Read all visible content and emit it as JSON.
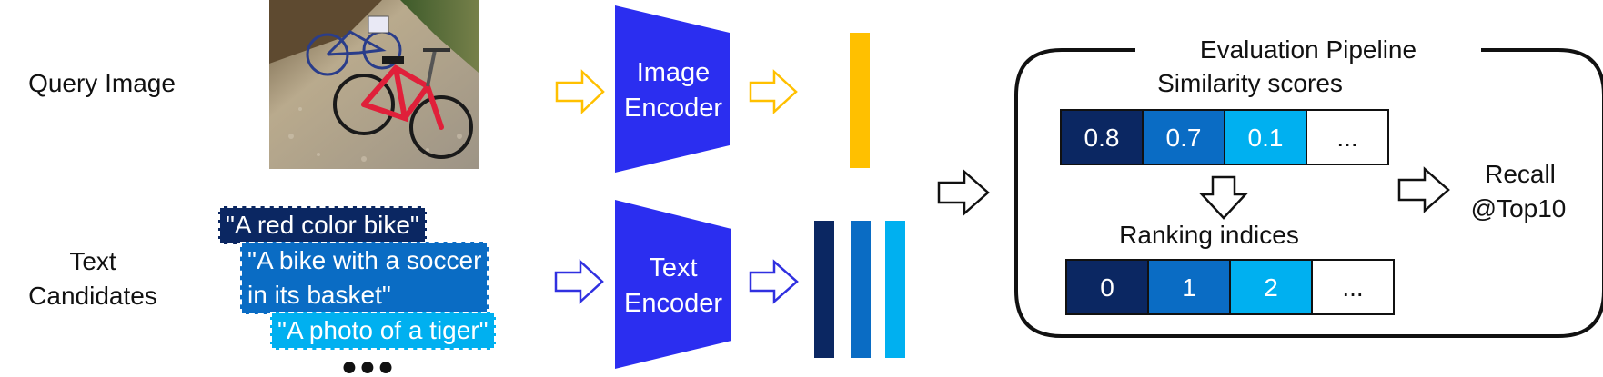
{
  "query_image": {
    "label": "Query Image"
  },
  "text_candidates": {
    "label_line1": "Text",
    "label_line2": "Candidates",
    "items": [
      {
        "line1": "\"A red color bike\"",
        "line2": ""
      },
      {
        "line1": "\"A bike with a soccer",
        "line2": "in its basket\""
      },
      {
        "line1": "\"A photo of a tiger\"",
        "line2": ""
      }
    ],
    "more": "●●●"
  },
  "encoders": {
    "image": {
      "line1": "Image",
      "line2": "Encoder"
    },
    "text": {
      "line1": "Text",
      "line2": "Encoder"
    }
  },
  "pipeline": {
    "title": "Evaluation Pipeline",
    "similarity_label": "Similarity scores",
    "similarity_cells": [
      "0.8",
      "0.7",
      "0.1",
      "..."
    ],
    "ranking_label": "Ranking indices",
    "ranking_cells": [
      "0",
      "1",
      "2",
      "..."
    ],
    "metric_line1": "Recall",
    "metric_line2": "@Top10"
  },
  "colors": {
    "dark_blue": "#0b2762",
    "mid_blue": "#0a6cc4",
    "light_blue": "#00b0f0",
    "encoder_blue": "#2b2ef0",
    "image_accent": "#ffc000",
    "text_arrow": "#3030e0"
  }
}
